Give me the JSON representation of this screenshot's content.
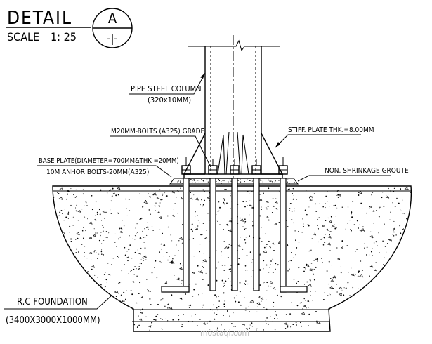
{
  "title_block": {
    "title": "DETAIL",
    "scale_label": "SCALE",
    "scale_value": "1: 25",
    "detail_id": "A",
    "sheet_ref": "-|-"
  },
  "labels": {
    "pipe_column": "PIPE STEEL COLUMN",
    "pipe_column_size": "(320x10MM)",
    "bolts": "M20MM-BOLTS (A325) GRADE",
    "stiff_plate": "STIFF. PLATE THK.=8.00MM",
    "base_plate": "BASE PLATE(DIAMETER=700MM&THK =20MM)",
    "anchor_bolts": "10M ANHOR BOLTS-20MM(A325)",
    "grout": "NON. SHRINKAGE GROUTE",
    "foundation": "R.C FOUNDATION",
    "foundation_size": "(3400X3000X1000MM)"
  },
  "watermark": "mostaqi.com"
}
